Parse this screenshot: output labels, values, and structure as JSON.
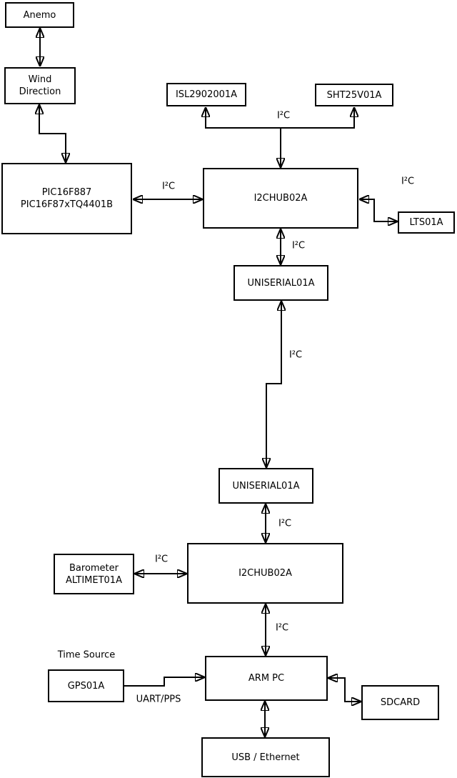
{
  "bus_label": "I²C",
  "annotations": {
    "time_source": "Time Source",
    "uart_pps": "UART/PPS"
  },
  "nodes": {
    "anemo": {
      "label": "Anemo"
    },
    "wind": {
      "line1": "Wind",
      "line2": "Direction"
    },
    "pic": {
      "line1": "PIC16F887",
      "line2": "PIC16F87xTQ4401B"
    },
    "isl": {
      "label": "ISL2902001A"
    },
    "sht": {
      "label": "SHT25V01A"
    },
    "hub1": {
      "label": "I2CHUB02A"
    },
    "lts": {
      "label": "LTS01A"
    },
    "uni1": {
      "label": "UNISERIAL01A"
    },
    "uni2": {
      "label": "UNISERIAL01A"
    },
    "hub2": {
      "label": "I2CHUB02A"
    },
    "baro": {
      "line1": "Barometer",
      "line2": "ALTIMET01A"
    },
    "gps": {
      "label": "GPS01A"
    },
    "armpc": {
      "label": "ARM PC"
    },
    "sdcard": {
      "label": "SDCARD"
    },
    "usb": {
      "label": "USB / Ethernet"
    }
  },
  "colors": {
    "line": "#000000",
    "box_fill": "#ffffff",
    "text": "#000000",
    "background": "#ffffff"
  }
}
